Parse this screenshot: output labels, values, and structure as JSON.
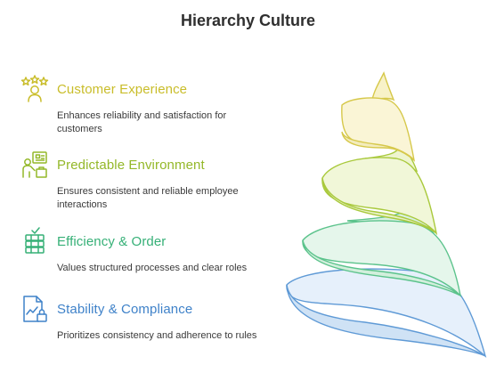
{
  "title": "Hierarchy Culture",
  "items": [
    {
      "label": "Customer Experience",
      "desc": "Enhances reliability and satisfaction for customers",
      "color": "#c9bd2a",
      "icon": "stars-person-icon"
    },
    {
      "label": "Predictable Environment",
      "desc": "Ensures consistent and reliable employee interactions",
      "color": "#94b829",
      "icon": "person-board-icon"
    },
    {
      "label": "Efficiency & Order",
      "desc": "Values structured processes and clear roles",
      "color": "#36b077",
      "icon": "stacked-checklist-icon"
    },
    {
      "label": "Stability & Compliance",
      "desc": "Prioritizes consistency and adherence to rules",
      "color": "#3f82c9",
      "icon": "document-chart-lock-icon"
    }
  ]
}
